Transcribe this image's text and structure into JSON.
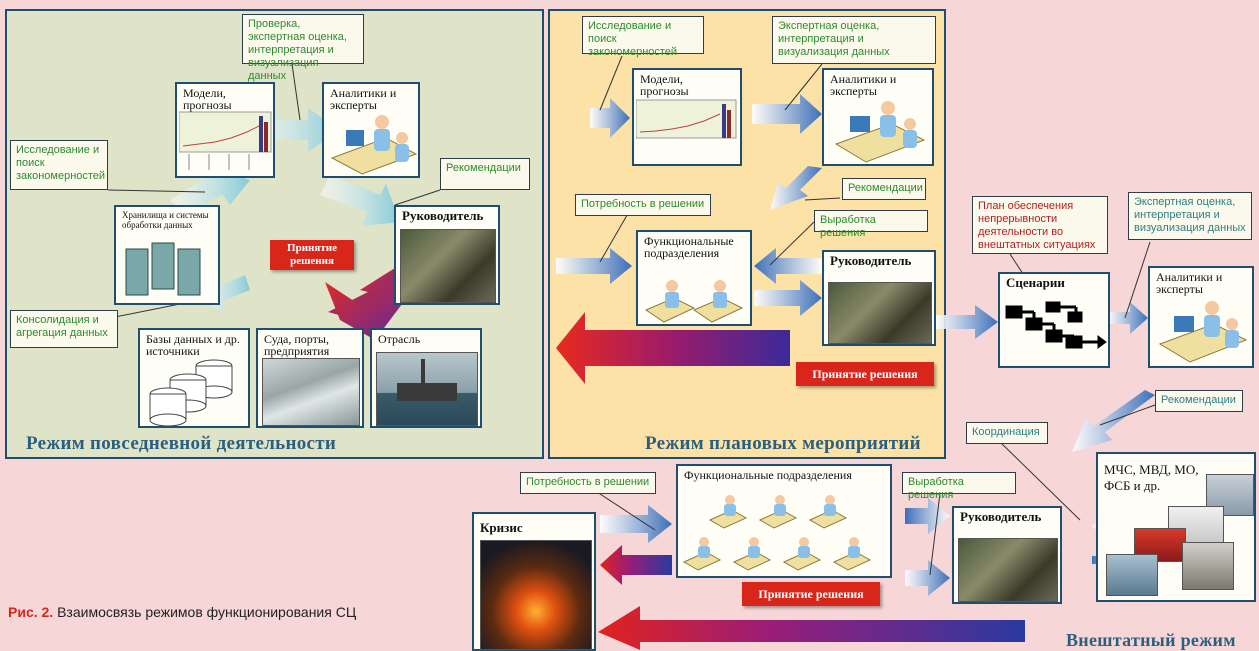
{
  "colors": {
    "background": "#f6d6d6",
    "panel_daily": "#dfe3c8",
    "panel_planned": "#fde2a8",
    "border": "#1f4e6e",
    "accent_red": "#d8261b",
    "title_blue": "#2a5f80"
  },
  "daily": {
    "mode_title": "Режим повседневной деятельности",
    "models_title": "Модели, прогнозы",
    "analysts_title": "Аналитики и эксперты",
    "storage_title": "Хранилища и системы обработки данных",
    "manager_title": "Руководитель",
    "databases_title": "Базы данных и др. источники",
    "ships_title": "Суда, порты, предприятия",
    "industry_title": "Отрасль",
    "decision": "Принятие решения",
    "callouts": {
      "check": "Проверка, экспертная оценка, интерпретация и визуализация данных",
      "research": "Исследование и поиск закономерностей",
      "recommend": "Рекомендации",
      "consolidate": "Консолидация и агрегация данных"
    }
  },
  "planned": {
    "mode_title": "Режим плановых мероприятий",
    "models_title": "Модели, прогнозы",
    "analysts_title": "Аналитики и эксперты",
    "units_title": "Функциональные подразделения",
    "manager_title": "Руководитель",
    "decision": "Принятие решения",
    "callouts": {
      "research": "Исследование и поиск закономерностей",
      "expert": "Экспертная оценка, интерпретация и визуализация данных",
      "recommend": "Рекомендации",
      "need": "Потребность в решении",
      "develop": "Выработка решения"
    }
  },
  "emergency": {
    "mode_title": "Внештатный режим",
    "plan_callout": "План обеспечения непрерывности деятельности во внештатных ситуациях",
    "scenarios_title": "Сценарии",
    "expert_callout": "Экспертная оценка, интерпретация и визуализация данных",
    "analysts_title": "Аналитики и эксперты",
    "recommend_callout": "Рекомендации",
    "coordination_callout": "Координация",
    "agencies_title": "МЧС, МВД, МО, ФСБ и др.",
    "units_title": "Функциональные подразделения",
    "need_callout": "Потребность в решении",
    "develop_callout": "Выработка решения",
    "manager_title": "Руководитель",
    "crisis_title": "Кризис",
    "decision": "Принятие решения"
  },
  "caption": {
    "label": "Рис. 2.",
    "text": "Взаимосвязь режимов функционирования СЦ"
  }
}
